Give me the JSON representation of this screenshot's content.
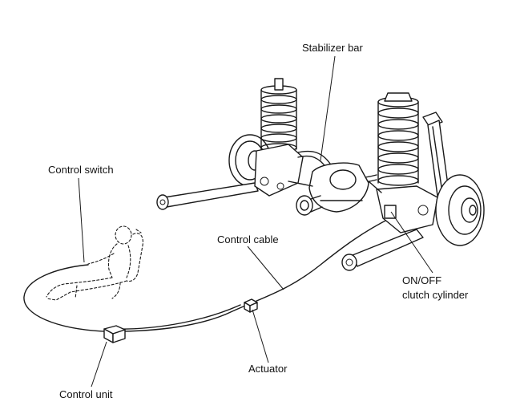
{
  "labels": {
    "stabilizer_bar": "Stabilizer bar",
    "control_switch": "Control switch",
    "control_cable": "Control cable",
    "on_off_line1": "ON/OFF",
    "on_off_line2": "clutch cylinder",
    "actuator": "Actuator",
    "control_unit": "Control unit"
  },
  "colors": {
    "ink": "#1a1a1a",
    "background": "#ffffff"
  }
}
